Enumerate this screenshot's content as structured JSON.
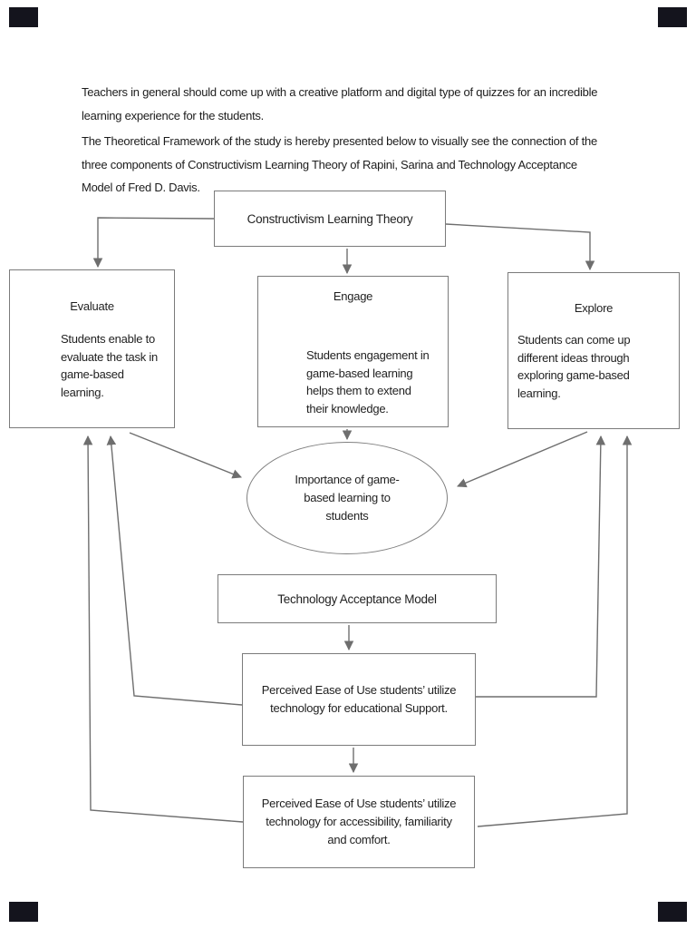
{
  "colors": {
    "page_background": "#ffffff",
    "text": "#1f1f1f",
    "box_border": "#7b7b7b",
    "connector_line": "#6e6e6e",
    "corner_mark": "#14141d"
  },
  "paragraphs": {
    "p1": [
      "Teachers in general should come up with a creative platform and digital type of quizzes for an incredible",
      "learning experience for the students."
    ],
    "p2": [
      "The Theoretical Framework of the study is hereby presented below to visually see the connection of the",
      "three components of Constructivism Learning Theory of Rapini, Sarina and Technology Acceptance",
      "Model of Fred D. Davis."
    ]
  },
  "diagram": {
    "constructivism": {
      "label": "Constructivism Learning Theory"
    },
    "evaluate": {
      "title": "Evaluate",
      "body": [
        "Students enable to",
        "evaluate the task in",
        "game-based",
        "learning."
      ]
    },
    "engage": {
      "title": "Engage",
      "body": [
        "Students engagement in",
        "game-based learning",
        "helps them to extend",
        "their knowledge."
      ]
    },
    "explore": {
      "title": "Explore",
      "body": [
        "Students can come up",
        "different ideas through",
        "exploring game-based",
        "learning."
      ]
    },
    "importance": {
      "label": [
        "Importance of game-",
        "based learning to",
        "students"
      ]
    },
    "tam": {
      "label": "Technology Acceptance Model"
    },
    "peou_support": {
      "label": [
        "Perceived Ease of Use students’ utilize",
        "technology for educational Support."
      ]
    },
    "peou_access": {
      "label": [
        "Perceived Ease of Use students’ utilize",
        "technology for accessibility, familiarity",
        "and comfort."
      ]
    }
  }
}
